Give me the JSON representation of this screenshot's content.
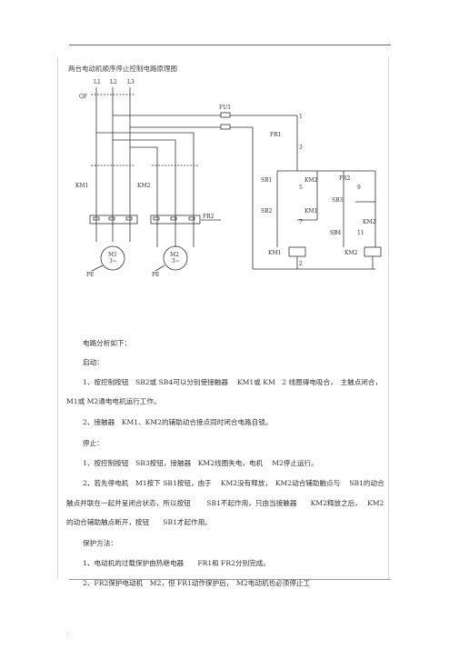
{
  "document": {
    "title": "两台电动机顺序停止控制电路原理图",
    "corner_top": ".",
    "corner_bottom": ":",
    "circuit_labels": {
      "L1": "L1",
      "L2": "L2",
      "L3": "L3",
      "QF": "QF",
      "FU1": "FU1",
      "KM1": "KM1",
      "KM2": "KM2",
      "FR2": "FR2",
      "FR1": "FR1",
      "M1": "M1",
      "M1_sub": "3~",
      "M2": "M2",
      "M2_sub": "3~",
      "PE1": "PE",
      "PE2": "PE",
      "SB1": "SB1",
      "SB2": "SB2",
      "SB3": "SB3",
      "SB4": "SB4",
      "n1": "1",
      "n2": "2",
      "n3": "3",
      "n5": "5",
      "n7": "7",
      "n9": "9",
      "n11": "11"
    },
    "paragraphs": [
      "电路分析如下：",
      "启动：",
      "1、按控制按钮　SB2或 SB4可以分别使接触器　 KM1或 KM　2 线圈得电吸合，　主触点闭合，",
      "M1或 M2通电电机运行工作。",
      "2、接触器　KM1、KM2的辅助动合接点同时闭合电路自锁。",
      "停止：",
      "1、按控制按钮　SB3按钮，接触器　KM2线圈失电，电机　 M2停止运行。",
      "2、若先停电机　M1按下 SB1按钮，由于　 KM2没有释放，　KM2动合辅助触点与　 SB1的动合",
      "触点并联在一起并呈闭合状态，所以按钮　　 SB1不起作用，只由当接触器　　KM2释放之后，　 KM2",
      "的动合辅助触点断开，按钮　　SB1才起作用。",
      "保护方法：",
      "1、电动机的过载保护由热继电器　　FR1和 FR2分别完成。",
      "2、FR2保护电动机　M2，但 FR1动作保护后，　M2电动机也必须停止工"
    ]
  }
}
